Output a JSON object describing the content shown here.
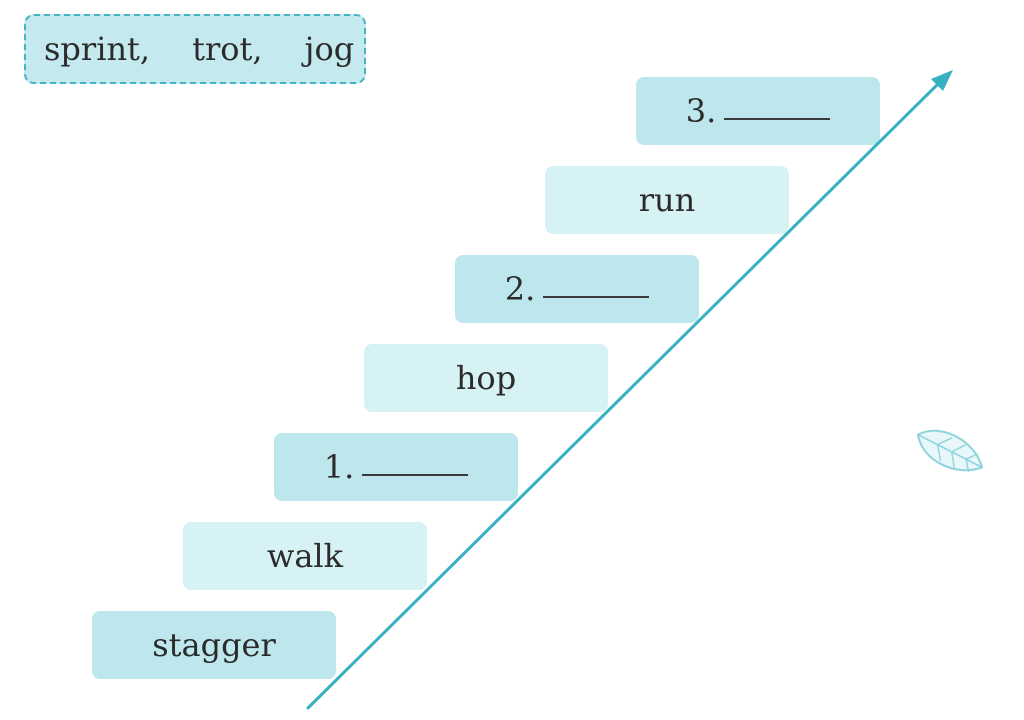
{
  "word_bank": {
    "words": [
      "sprint,",
      "trot,",
      "jog"
    ]
  },
  "steps": [
    {
      "text": "stagger",
      "style": "dark"
    },
    {
      "text": "walk",
      "style": "light"
    },
    {
      "number": "1.",
      "style": "dark"
    },
    {
      "text": "hop",
      "style": "light"
    },
    {
      "number": "2.",
      "style": "dark"
    },
    {
      "text": "run",
      "style": "light"
    },
    {
      "number": "3.",
      "style": "dark"
    }
  ],
  "colors": {
    "accent": "#37b0c1",
    "step_dark": "#bde7ec",
    "step_light": "#d7f2f5",
    "word_bank_bg": "#c4e9ee"
  },
  "icons": [
    "arrow-head-icon",
    "leaf-icon"
  ]
}
